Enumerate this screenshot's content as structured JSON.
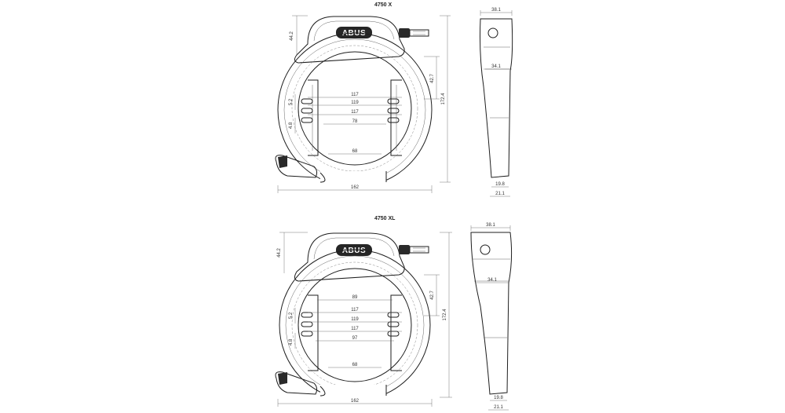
{
  "views": [
    {
      "title": "4750 X",
      "logo": "ABUS",
      "front": {
        "inner_widths": [
          "117",
          "119",
          "117",
          "78"
        ],
        "bottom_width": "68",
        "overall_width": "162",
        "height_top": "44.2",
        "height_mid": "42.7",
        "height_total": "172.4",
        "small_dims": [
          "5.2",
          "4.8"
        ]
      },
      "side": {
        "top_width": "38.1",
        "mid_width": "34.1",
        "bottom_width_a": "19.8",
        "bottom_width_b": "21.1"
      }
    },
    {
      "title": "4750 XL",
      "logo": "ABUS",
      "front": {
        "top_width": "89",
        "inner_widths": [
          "117",
          "119",
          "117",
          "97"
        ],
        "bottom_width": "68",
        "overall_width": "162",
        "height_top": "44.2",
        "height_mid": "42.7",
        "height_total": "172.4",
        "small_dims": [
          "5.2",
          "4.8"
        ]
      },
      "side": {
        "top_width": "38.1",
        "mid_width": "34.1",
        "bottom_width_a": "19.8",
        "bottom_width_b": "21.1"
      }
    }
  ]
}
